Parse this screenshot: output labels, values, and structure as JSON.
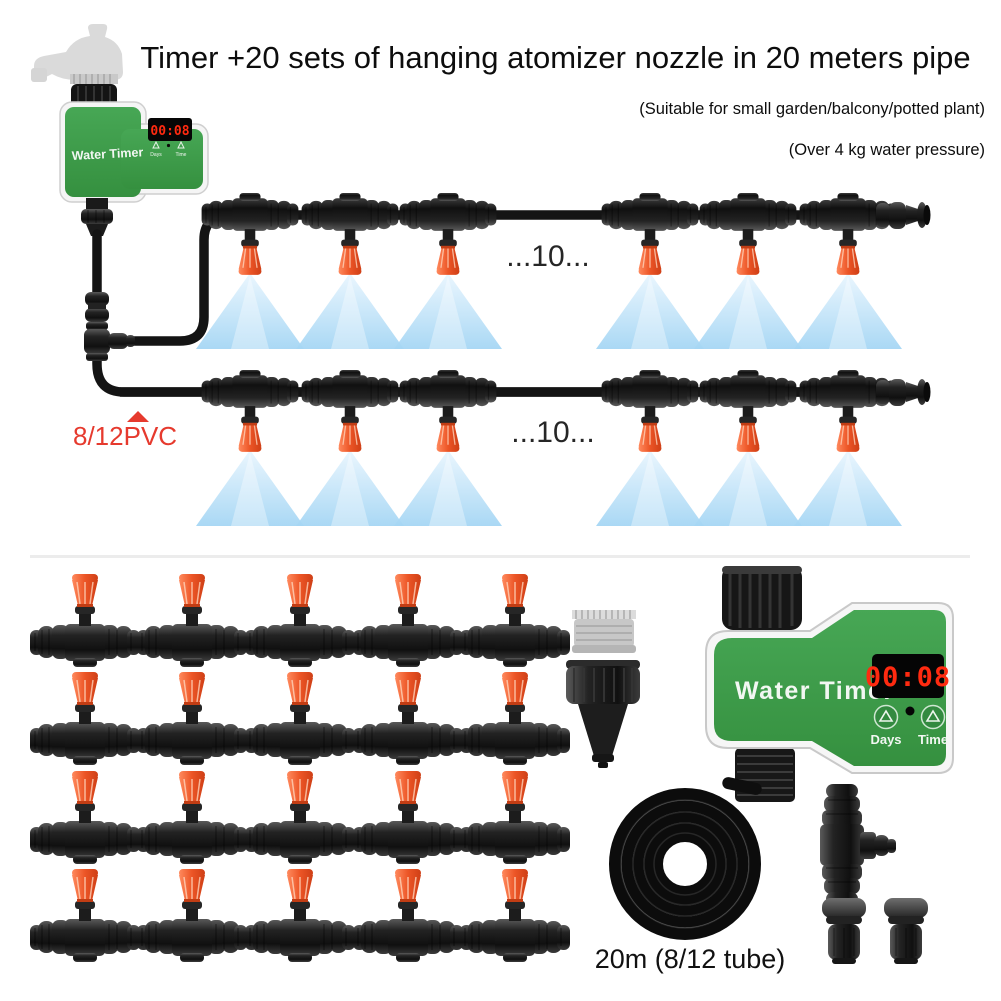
{
  "header": {
    "title": "Timer +20 sets of hanging atomizer nozzle in 20 meters pipe",
    "subtitle_1": "(Suitable for small garden/balcony/potted plant)",
    "subtitle_2": "(Over 4 kg water pressure)"
  },
  "diagram": {
    "pipe_label": "8/12PVC",
    "row1_label": "...10...",
    "row2_label": "...10...",
    "timer_small": {
      "brand": "Water Timer",
      "display": "00:08",
      "btn_days": "Days",
      "btn_time": "Time"
    }
  },
  "kit": {
    "timer": {
      "brand": "Water Timer",
      "display": "00:08",
      "btn_days": "Days",
      "btn_time": "Time"
    },
    "tube_label": "20m (8/12 tube)"
  },
  "colors": {
    "timer_body_green": "#3f9d4c",
    "led_display_red": "#ff2a10",
    "nozzle_orange": "#e8542c",
    "mist_blue": "#aed9f6",
    "pvc_label_red": "#e63a2e",
    "tube_black": "#141414"
  }
}
